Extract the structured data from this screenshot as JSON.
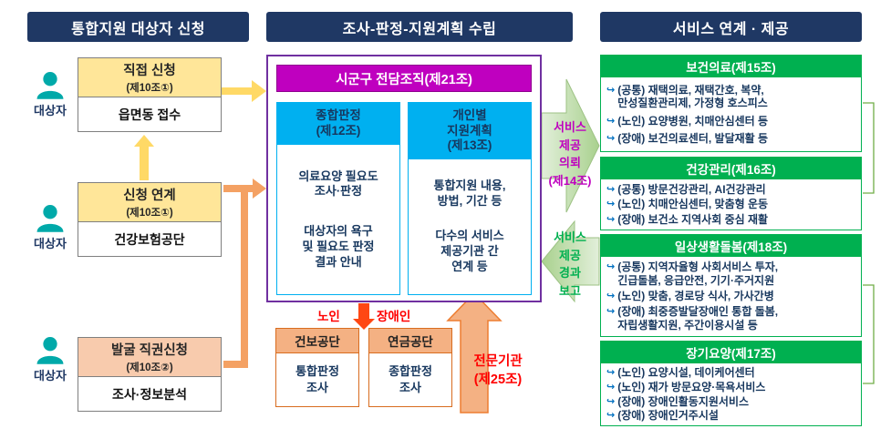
{
  "colors": {
    "navy": "#1f3864",
    "magenta": "#bf00bf",
    "blue": "#00b0f0",
    "green": "#00b050",
    "orange": "#f4b183",
    "yellow": "#ffe699",
    "red": "#ff0000",
    "teal": "#00a9a9",
    "light_green": "#c6e0b4",
    "bullet_blue": "#0070c0",
    "purple": "#7030a0"
  },
  "headers": {
    "left": "통합지원 대상자 신청",
    "middle": "조사-판정-지원계획 수립",
    "right": "서비스 연계 · 제공"
  },
  "left_column": {
    "person_label": "대상자",
    "boxes": [
      {
        "title": "직접 신청",
        "clause": "(제10조①)",
        "body": "읍면동 접수"
      },
      {
        "title": "신청 연계",
        "clause": "(제10조①)",
        "body": "건강보험공단"
      },
      {
        "title": "발굴 직권신청",
        "clause": "(제10조②)",
        "body": "조사·정보분석"
      }
    ]
  },
  "middle_column": {
    "org_title": "시군구 전담조직(제21조)",
    "panels": [
      {
        "title": "종합판정\n(제12조)",
        "body_top": "의료요양 필요도\n조사·판정",
        "body_bottom": "대상자의 욕구\n및 필요도 판정\n결과 안내"
      },
      {
        "title": "개인별\n지원계획\n(제13조)",
        "body_top": "통합지원 내용,\n방법, 기간 등",
        "body_bottom": "다수의 서비스\n제공기관 간\n연계 등"
      }
    ],
    "label_elderly": "노인",
    "label_disabled": "장애인",
    "agencies": [
      {
        "title": "건보공단",
        "body": "통합판정\n조사"
      },
      {
        "title": "연금공단",
        "body": "종합판정\n조사"
      }
    ],
    "expert_label": "전문기관\n(제25조)"
  },
  "flow": {
    "request": "서비스\n제공\n의뢰\n(제14조)",
    "report": "서비스\n제공\n경과\n보고"
  },
  "right_column": {
    "boxes": [
      {
        "title": "보건의료(제15조)",
        "items": [
          "(공통) 재택의료, 재택간호, 복약,\n만성질환관리제, 가정형 호스피스",
          "(노인) 요양병원, 치매안심센터 등",
          "(장애) 보건의료센터, 발달재활 등"
        ]
      },
      {
        "title": "건강관리(제16조)",
        "items": [
          "(공통) 방문건강관리, AI건강관리",
          "(노인) 치매안심센터, 맞춤형 운동",
          "(장애) 보건소 지역사회 중심 재활"
        ]
      },
      {
        "title": "일상생활돌봄(제18조)",
        "items": [
          "(공통) 지역자율형 사회서비스 투자,\n긴급돌봄, 응급안전, 기기·주거지원",
          "(노인) 맞춤, 경로당 식사, 가사간병",
          "(장애) 최중증발달장애인 통합 돌봄,\n자립생활지원, 주간이용시설 등"
        ]
      },
      {
        "title": "장기요양(제17조)",
        "items": [
          "(노인) 요양시설, 데이케어센터",
          "(노인) 재가 방문요양·목욕서비스",
          "(장애) 장애인활동지원서비스",
          "(장애) 장애인거주시설"
        ]
      }
    ]
  }
}
